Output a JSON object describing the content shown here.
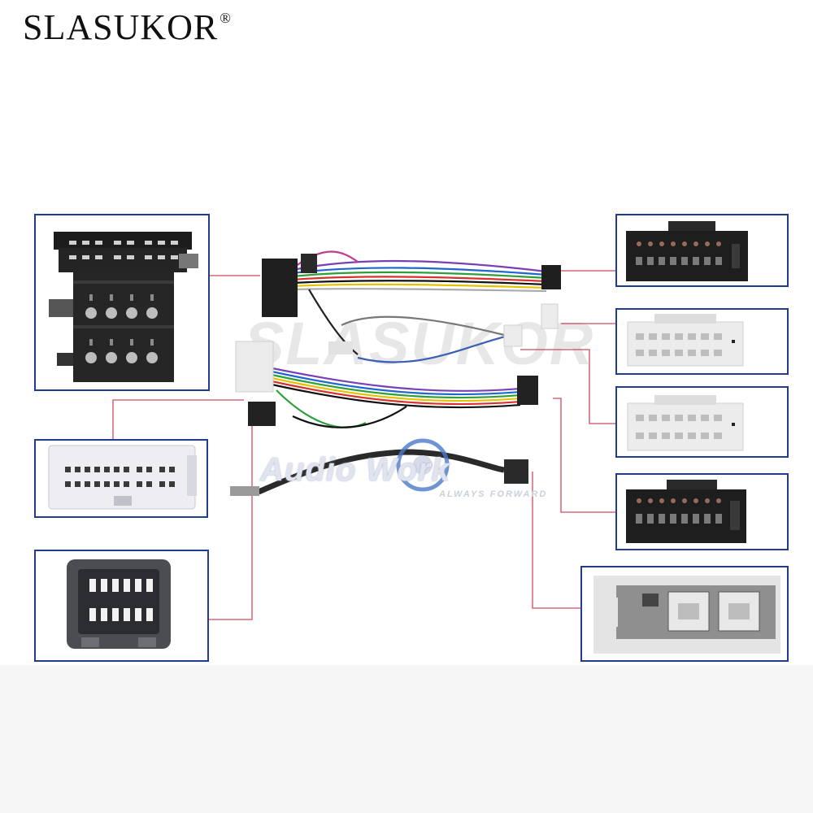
{
  "brand": {
    "name": "SLASUKOR",
    "registered_mark": "®"
  },
  "watermark": {
    "text": "SLASUKOR",
    "logo_text": "Audio Work",
    "logo_tagline": "ALWAYS FORWARD"
  },
  "colors": {
    "frame_border": "#1f3c8f",
    "pointer_line": "#d2475d",
    "connector_black": "#202020",
    "connector_white": "#e6e6e6"
  }
}
